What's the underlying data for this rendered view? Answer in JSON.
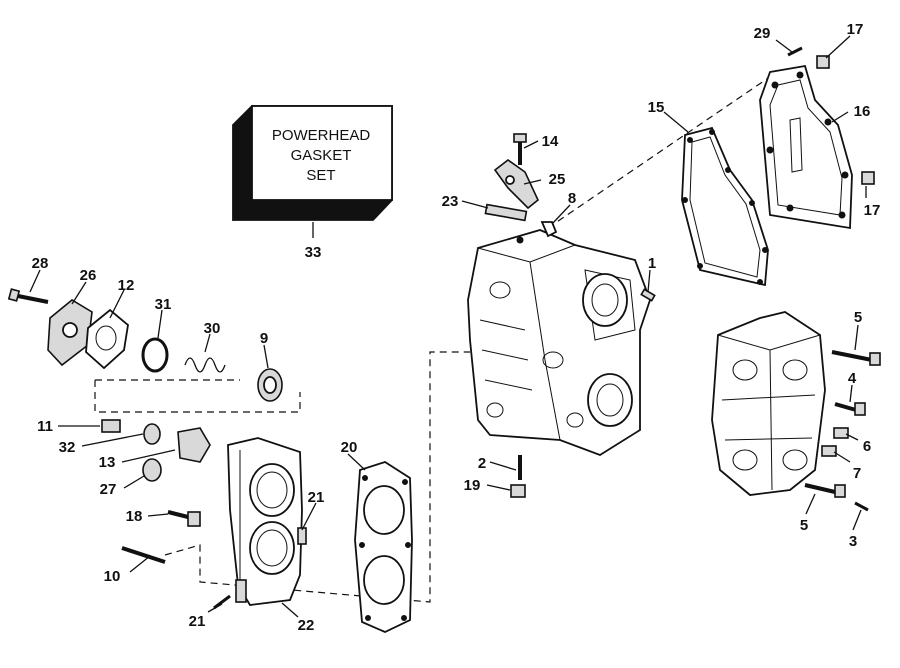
{
  "box": {
    "line1": "POWERHEAD",
    "line2": "GASKET",
    "line3": "SET"
  },
  "callouts": {
    "c1": "1",
    "c2": "2",
    "c3": "3",
    "c4": "4",
    "c5a": "5",
    "c5b": "5",
    "c6": "6",
    "c7": "7",
    "c8": "8",
    "c9": "9",
    "c10": "10",
    "c11": "11",
    "c12": "12",
    "c13": "13",
    "c14": "14",
    "c15": "15",
    "c16": "16",
    "c17a": "17",
    "c17b": "17",
    "c18": "18",
    "c19": "19",
    "c20": "20",
    "c21a": "21",
    "c21b": "21",
    "c22": "22",
    "c23": "23",
    "c25": "25",
    "c26": "26",
    "c27": "27",
    "c28": "28",
    "c29": "29",
    "c30": "30",
    "c31": "31",
    "c32": "32",
    "c33": "33"
  }
}
